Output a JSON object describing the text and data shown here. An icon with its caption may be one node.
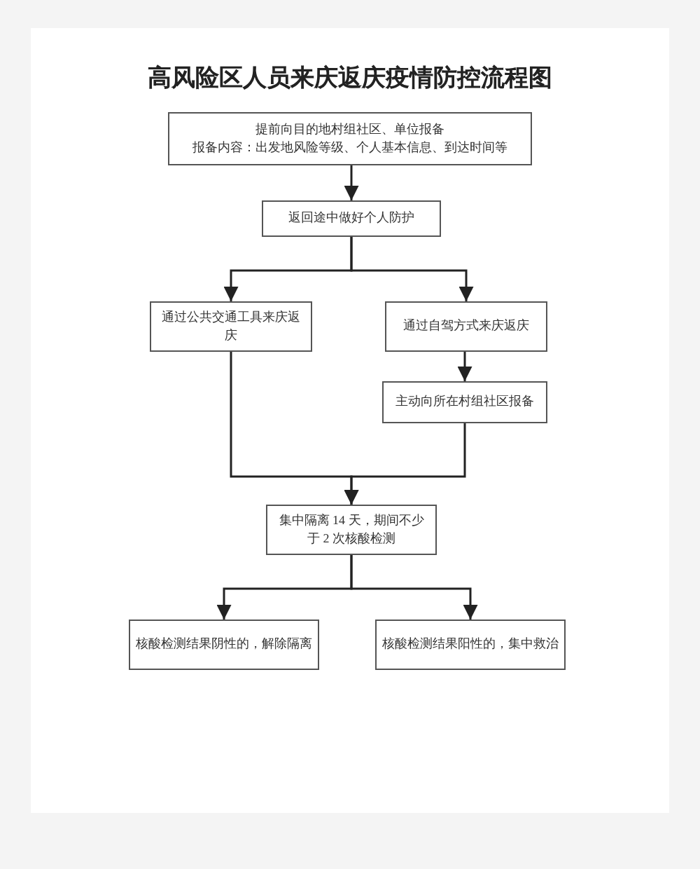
{
  "diagram": {
    "title": "高风险区人员来庆返庆疫情防控流程图",
    "nodes": [
      {
        "text": [
          "提前向目的地村组社区、单位报备",
          "报备内容：出发地风险等级、个人基本信息、到达时间等"
        ]
      },
      {
        "text": [
          "返回途中做好个人防护"
        ]
      },
      {
        "text": [
          "通过公共交通工具来庆返庆"
        ]
      },
      {
        "text": [
          "通过自驾方式来庆返庆"
        ]
      },
      {
        "text": [
          "主动向所在村组社区报备"
        ]
      },
      {
        "text": [
          "集中隔离 14 天，期间不少于 2 次核酸检测"
        ]
      },
      {
        "text": [
          "核酸检测结果阴性的，解除隔离"
        ]
      },
      {
        "text": [
          "核酸检测结果阳性的，集中救治"
        ]
      }
    ],
    "edges": [
      {
        "from": 0,
        "to": 1,
        "arrow": "to"
      },
      {
        "from": 1,
        "to": 2,
        "arrow": "to"
      },
      {
        "from": 1,
        "to": 3,
        "arrow": "to"
      },
      {
        "from": 3,
        "to": 4,
        "arrow": "to"
      },
      {
        "from": 2,
        "to": 5,
        "arrow": "to"
      },
      {
        "from": 4,
        "to": 5,
        "arrow": "to"
      },
      {
        "from": 5,
        "to": 6,
        "arrow": "to"
      },
      {
        "from": 5,
        "to": 7,
        "arrow": "to"
      }
    ]
  }
}
